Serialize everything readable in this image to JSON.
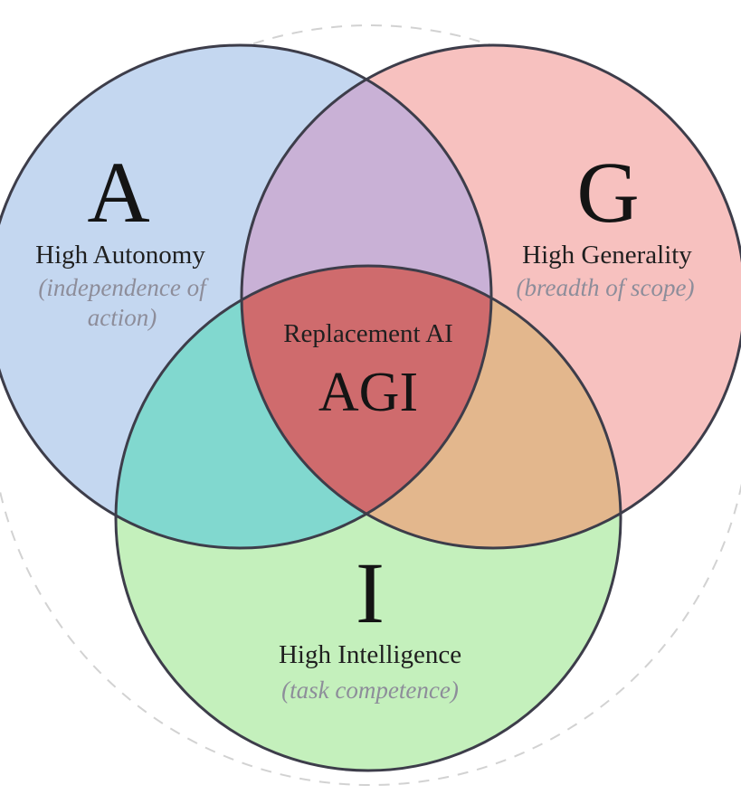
{
  "circles": {
    "autonomy": {
      "letter": "A",
      "label": "High Autonomy",
      "sub_line1": "(independence of",
      "sub_line2": "action)",
      "color": "#c4d7f0"
    },
    "generality": {
      "letter": "G",
      "label": "High Generality",
      "sub_line1": "(breadth of scope)",
      "color": "#f7c1bf"
    },
    "intelligence": {
      "letter": "I",
      "label": "High Intelligence",
      "sub_line1": "(task competence)",
      "color": "#c4f0bc"
    }
  },
  "center": {
    "label": "Replacement AI",
    "title": "AGI"
  },
  "regions": {
    "autonomy_generality": "#c9b1d6",
    "autonomy_intelligence": "#81d8cf",
    "generality_intelligence": "#e3b78d",
    "all_three": "#cf6b6d"
  },
  "stroke_color": "#3d3d4a",
  "dashed_ring_color": "#d2d2d2"
}
